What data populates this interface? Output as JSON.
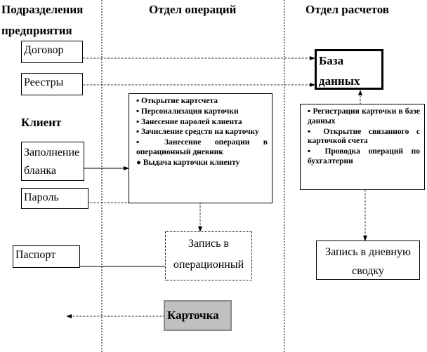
{
  "headers": {
    "col1_line1": "Подразделения",
    "col1_line2": "предприятия",
    "col2": "Отдел операций",
    "col3": "Отдел расчетов"
  },
  "left": {
    "contract": "Договор",
    "registries": "Реестры",
    "client": "Клиент",
    "fill_form_line1": "Заполнение",
    "fill_form_line2": "бланка",
    "password": "Пароль",
    "passport": "Паспорт"
  },
  "ops": {
    "items": [
      "▪ Открытие картсчета",
      "▪ Персонализация карточки",
      "▪ Занесение паролей клиента",
      "▪ Зачисление средств на карточку",
      "▪ Занесение операции в операционный дневник",
      "● Выдача карточки клиенту"
    ],
    "journal_line1": "Запись в",
    "journal_line2": "операционный",
    "card": "Карточка"
  },
  "calc": {
    "db_line1": "База",
    "db_line2": "данных",
    "items": [
      "▪ Регистрация карточки в базе данных",
      "▪ Открытие связанного с карточкой счета",
      "▪ Проводка операций по бухгалтерии"
    ],
    "summary_line1": "Запись в дневную",
    "summary_line2": "сводку"
  },
  "colors": {
    "card_fill": "#c0c0c0"
  }
}
